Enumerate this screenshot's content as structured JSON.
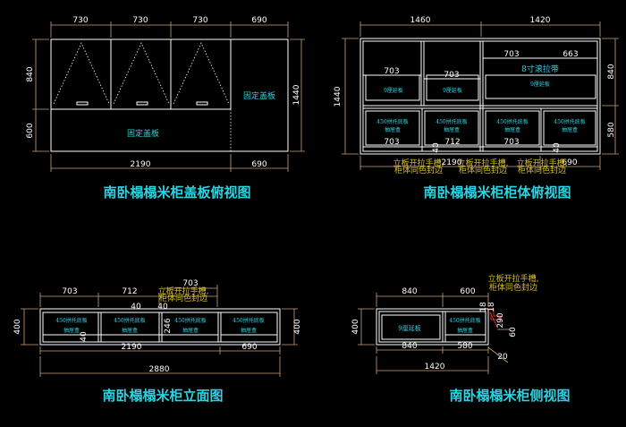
{
  "top_left": {
    "title": "南卧榻榻米柜盖板俯视图",
    "dims_top": [
      "730",
      "730",
      "730",
      "690"
    ],
    "dims_bottom": [
      "2190",
      "690"
    ],
    "dims_left": [
      "840",
      "600"
    ],
    "dim_right": "1440",
    "label_fixed_right": "固定盖板",
    "label_fixed_bottom": "固定盖板"
  },
  "top_right": {
    "title": "南卧榻榻米柜柜体俯视图",
    "dims_top": [
      "1460",
      "1420"
    ],
    "dims_bottom": [
      "2190",
      "690"
    ],
    "dim_left": "1440",
    "dims_right": [
      "840",
      "580"
    ],
    "inner_dims": [
      "703",
      "703",
      "703",
      "663",
      "703",
      "712",
      "703",
      "40",
      "40"
    ],
    "labels_cyan": [
      "9厘延板",
      "9厘延板",
      "8寸滚拉带",
      "9厘延板",
      "450拼托底板",
      "抽屉盒",
      "450拼托底板",
      "抽屉盒",
      "450拼托底板",
      "抽屉盒",
      "450拼托底板",
      "抽屉盒"
    ],
    "notes": [
      "立板开拉手槽,",
      "柜体同色封边",
      "立板开拉手槽,",
      "柜体同色封边",
      "立板开拉手槽,",
      "柜体同色封边"
    ]
  },
  "bottom_left": {
    "title": "南卧榻榻米柜立面图",
    "dims_top": [
      "703",
      "712",
      "703"
    ],
    "dims_bottom": [
      "2190",
      "690"
    ],
    "dim_total": "2880",
    "dims_left": [
      "400"
    ],
    "dims_right": [
      "400"
    ],
    "small_dims": [
      "40",
      "40",
      "246",
      "40"
    ],
    "notes": [
      "立板开拉手槽,",
      "柜体同色封边"
    ],
    "labels_cyan": [
      "450拼托底板",
      "抽屉盒",
      "450拼托底板",
      "抽屉盒",
      "450拼托底板",
      "抽屉盒",
      "450拼托底板",
      "抽屉盒"
    ]
  },
  "bottom_right": {
    "title": "南卧榻榻米柜侧视图",
    "dims_top": [
      "840",
      "600"
    ],
    "dims_bottom": [
      "840",
      "580"
    ],
    "dim_total": "1420",
    "dims_left": [
      "400"
    ],
    "small_dims": [
      "18",
      "18",
      "290",
      "60",
      "20"
    ],
    "notes": [
      "立板开拉手槽,",
      "柜体同色封边"
    ],
    "labels_cyan": [
      "9厘延板",
      "450拼托底板",
      "抽屉盒"
    ]
  }
}
